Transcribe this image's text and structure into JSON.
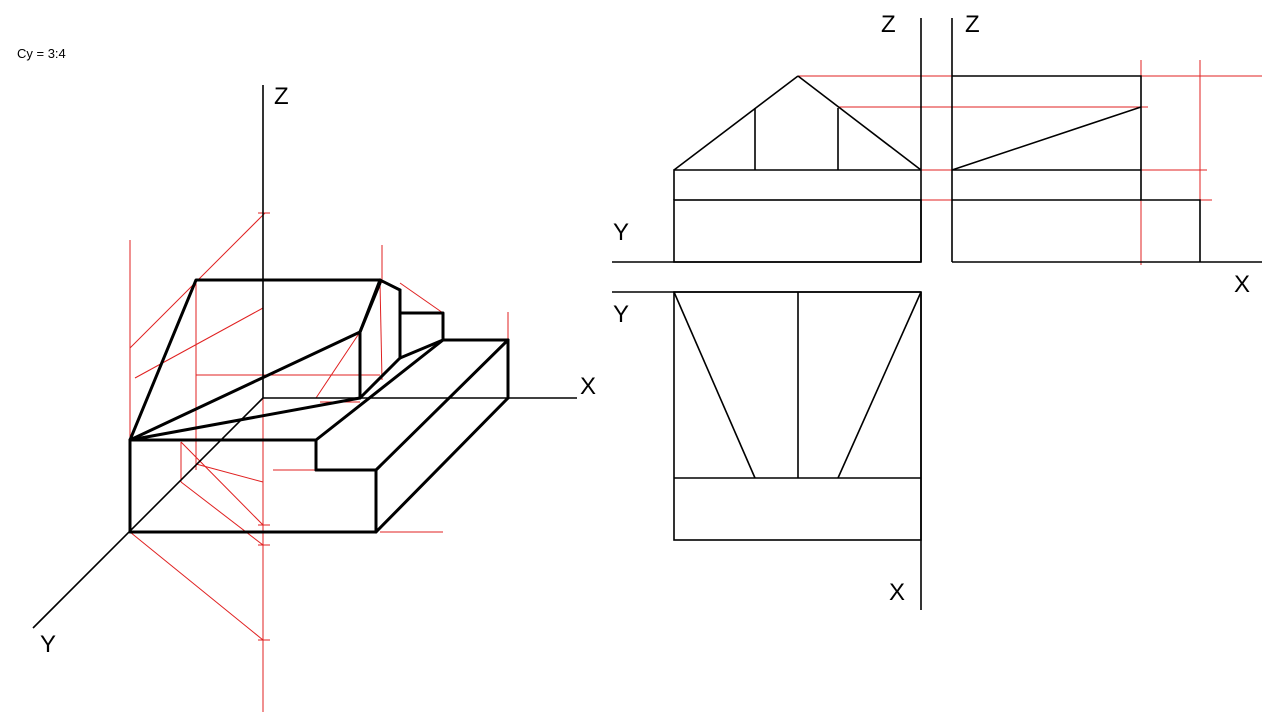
{
  "scale_label": "Cy = 3:4",
  "isometric": {
    "axis_z": "Z",
    "axis_x": "X",
    "axis_y": "Y"
  },
  "projections": {
    "front_z": "Z",
    "side_z": "Z",
    "front_y": "Y",
    "side_x": "X",
    "top_y": "Y",
    "top_x": "X"
  },
  "colors": {
    "object": "#000000",
    "construction": "#e02020",
    "background": "#ffffff"
  }
}
